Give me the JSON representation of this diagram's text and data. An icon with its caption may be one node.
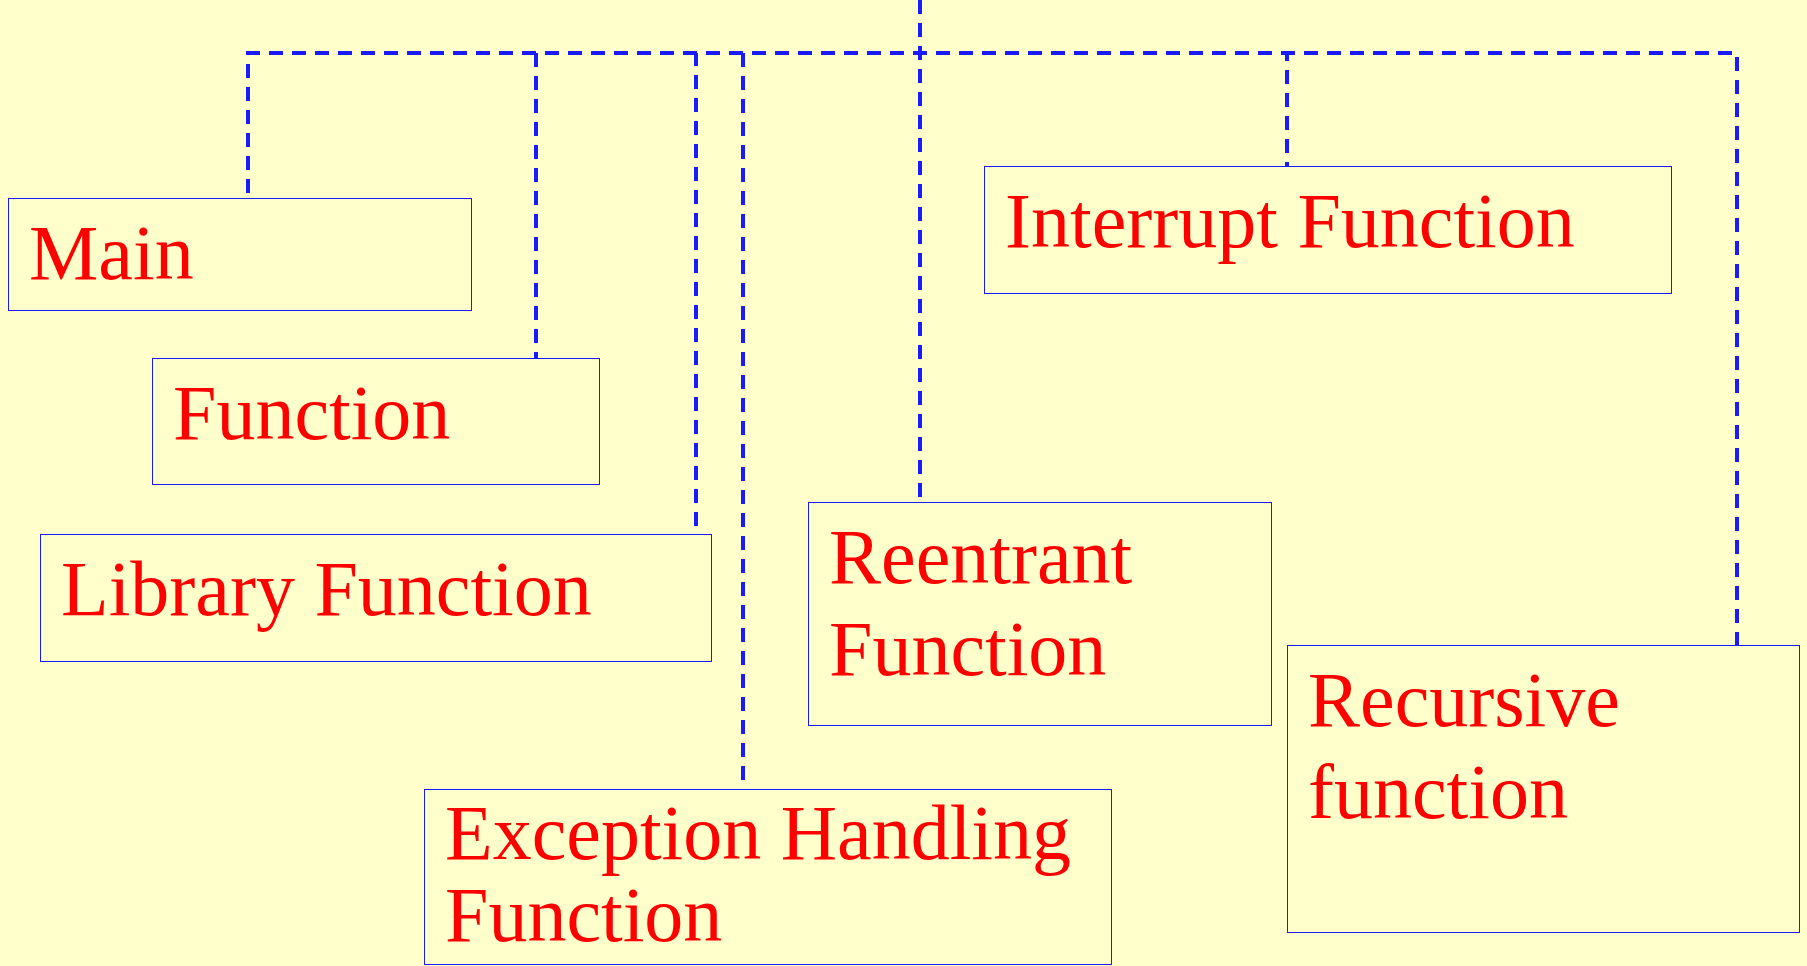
{
  "diagram": {
    "nodes": [
      {
        "text": [
          "Main"
        ]
      },
      {
        "text": [
          "Function"
        ]
      },
      {
        "text": [
          "Library Function"
        ]
      },
      {
        "text": [
          "Exception Handling Function"
        ]
      },
      {
        "text": [
          "Reentrant Function"
        ]
      },
      {
        "text": [
          "Interrupt Function"
        ]
      },
      {
        "text": [
          "Recursive function"
        ]
      }
    ],
    "edges": [
      {
        "from": null,
        "to": 0,
        "arrow": "none",
        "style": "dashed"
      },
      {
        "from": null,
        "to": 1,
        "arrow": "none",
        "style": "dashed"
      },
      {
        "from": null,
        "to": 2,
        "arrow": "none",
        "style": "dashed"
      },
      {
        "from": null,
        "to": 3,
        "arrow": "none",
        "style": "dashed"
      },
      {
        "from": null,
        "to": 4,
        "arrow": "none",
        "style": "dashed"
      },
      {
        "from": null,
        "to": 5,
        "arrow": "none",
        "style": "dashed"
      },
      {
        "from": null,
        "to": 6,
        "arrow": "none",
        "style": "dashed"
      }
    ]
  }
}
